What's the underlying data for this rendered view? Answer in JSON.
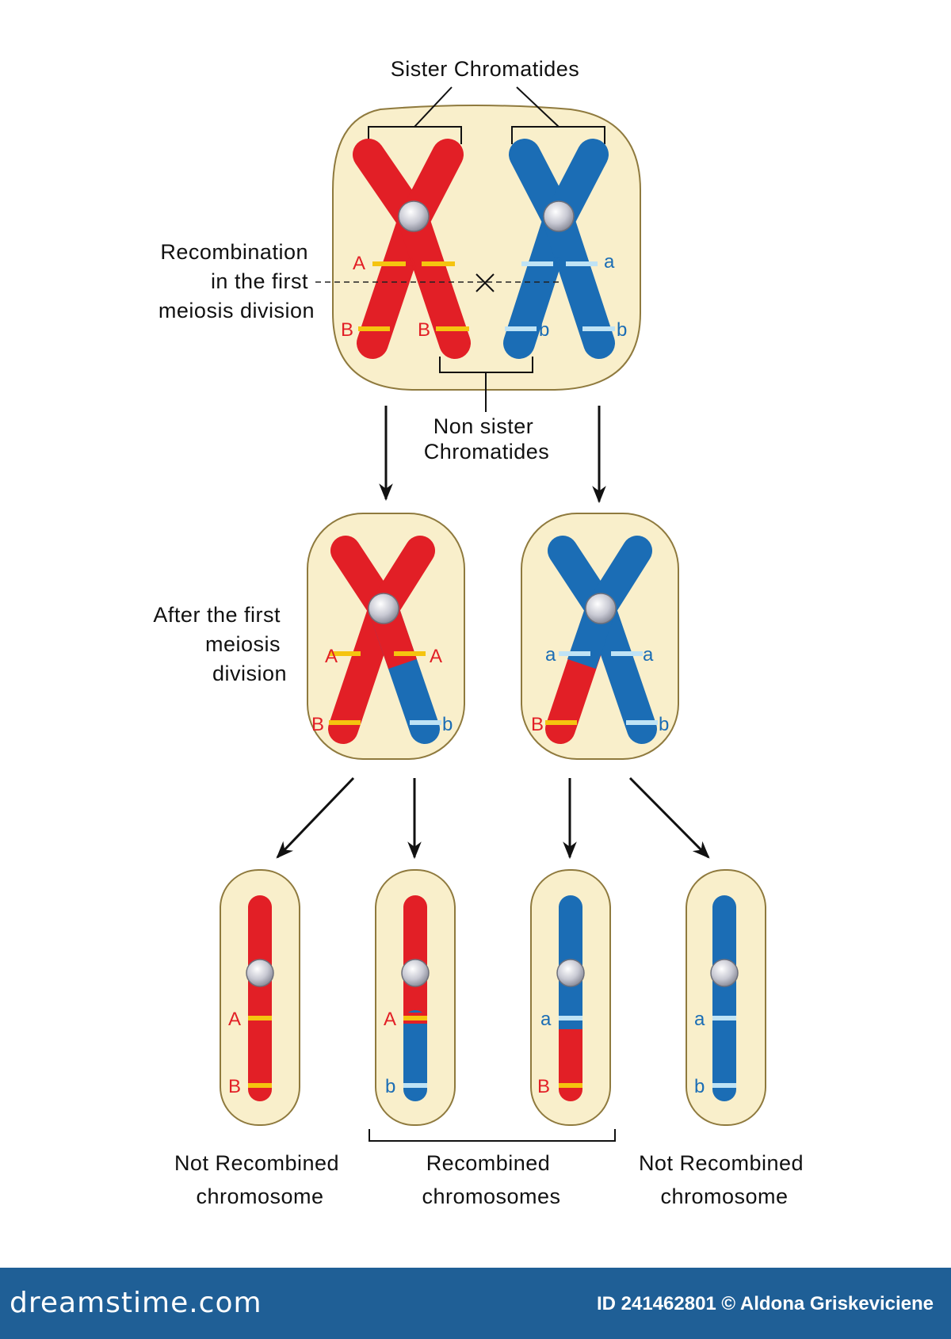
{
  "labels": {
    "sister_chromatides": "Sister Chromatides",
    "recombination": [
      "Recombination",
      "in the first",
      "meiosis division"
    ],
    "non_sister": [
      "Non sister",
      "Chromatides"
    ],
    "after_first": [
      "After the first",
      "meiosis",
      "division"
    ],
    "result_left": [
      "Not Recombined",
      "chromosome"
    ],
    "result_mid": [
      "Recombined",
      "chromosomes"
    ],
    "result_right": [
      "Not Recombined",
      "chromosome"
    ]
  },
  "genes": {
    "A": "A",
    "a": "a",
    "B": "B",
    "b": "b"
  },
  "colors": {
    "red": "#e21f26",
    "blue": "#1b6db5",
    "cell": "#f9efcb",
    "cell_border": "#8f7a3e",
    "band_red": "#f5c40f",
    "band_blue": "#bfe3f5"
  },
  "footer": {
    "brand": "dreamstime.com",
    "credit": "ID 241462801 © Aldona Griskeviciene"
  }
}
